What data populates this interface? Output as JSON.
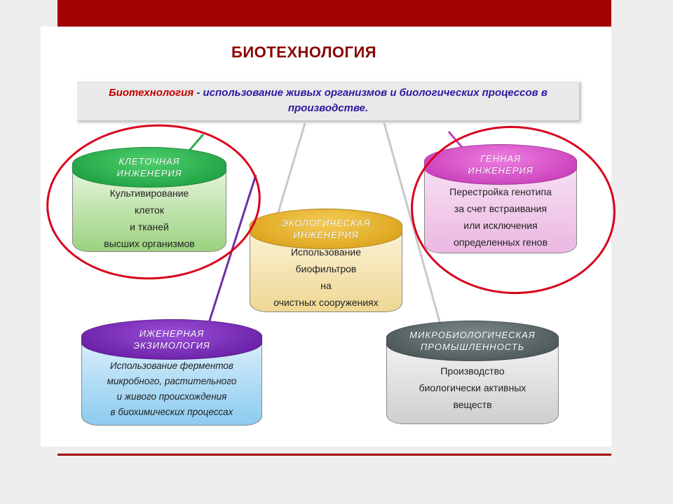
{
  "title": "БИОТЕХНОЛОГИЯ",
  "definition": {
    "term": "Биотехнология",
    "text": " - использование живых организмов и биологических процессов в производстве."
  },
  "blocks": {
    "cell": {
      "header_line1": "КЛЕТОЧНАЯ",
      "header_line2": "ИНЖЕНЕРИЯ",
      "lines": [
        "Культивирование",
        "клеток",
        "и тканей",
        "высших организмов"
      ],
      "color": "#1faa4a"
    },
    "gene": {
      "header_line1": "ГЕННАЯ",
      "header_line2": "ИНЖЕНЕРИЯ",
      "lines": [
        "Перестройка генотипа",
        "за счет встраивания",
        "или исключения",
        "определенных генов"
      ],
      "color": "#d23fbf"
    },
    "eco": {
      "header_line1": "ЭКОЛОГИЧЕСКАЯ",
      "header_line2": "ИНЖЕНЕРИЯ",
      "lines": [
        "Использование",
        "биофильтров",
        "на",
        "очистных сооружениях"
      ],
      "color": "#e4b02a"
    },
    "enzyme": {
      "header_line1": "ИЖЕНЕРНАЯ",
      "header_line2": "ЭКЗИМОЛОГИЯ",
      "lines": [
        "Использование ферментов",
        "микробного, растительного",
        "и живого происхождения",
        "в биохимических процессах"
      ],
      "color": "#6a1fb0"
    },
    "micro": {
      "header_line1": "МИКРОБИОЛОГИЧЕСКАЯ",
      "header_line2": "ПРОМЫШЛЕННОСТЬ",
      "lines": [
        "Производство",
        "биологически активных",
        "веществ"
      ],
      "color": "#4f5a5c"
    }
  },
  "colors": {
    "accent_red": "#a30000",
    "circle_red": "#d8001c"
  }
}
